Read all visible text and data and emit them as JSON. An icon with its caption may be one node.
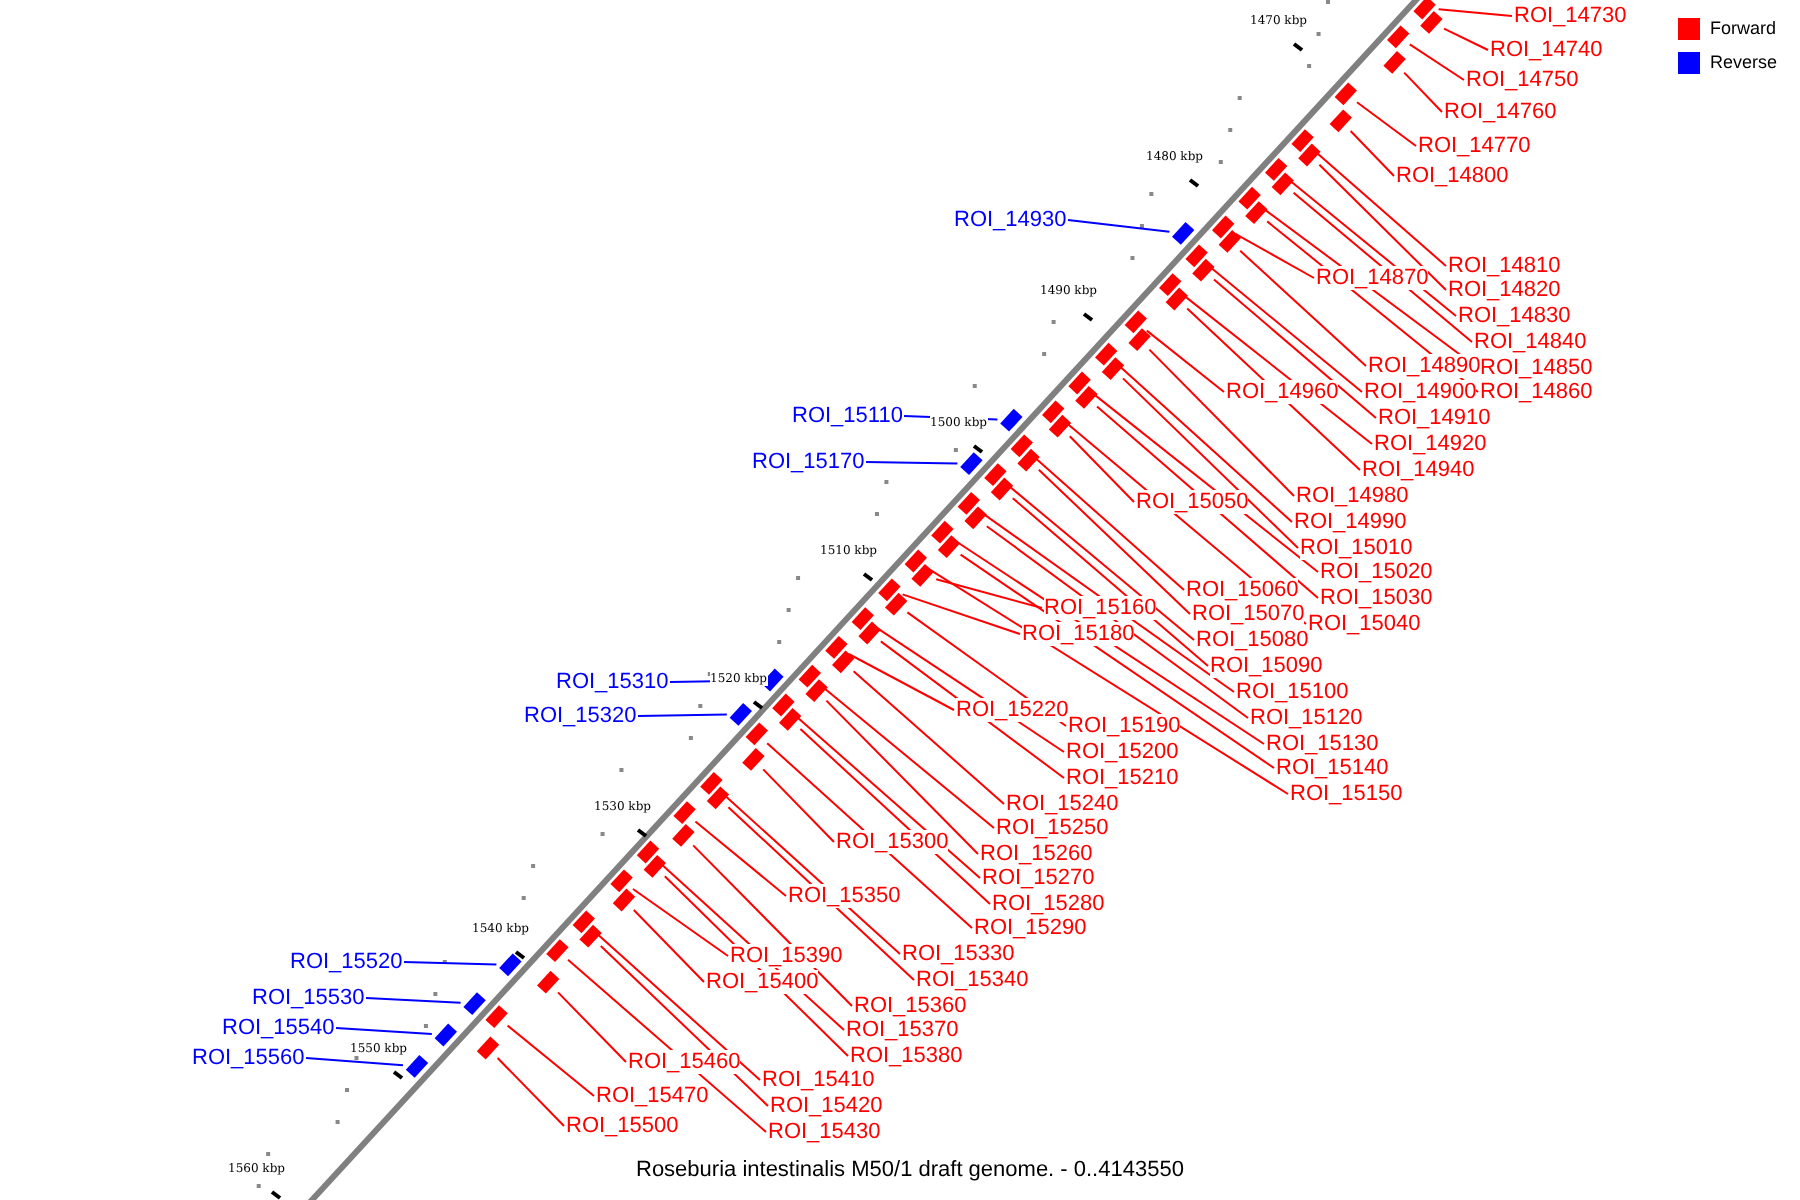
{
  "diagram": {
    "caption": "Roseburia intestinalis M50/1 draft genome. - 0..4143550",
    "nodes": [
      {
        "text": [
          "ROI_14730"
        ]
      },
      {
        "text": [
          "ROI_14740"
        ]
      },
      {
        "text": [
          "ROI_14750"
        ]
      },
      {
        "text": [
          "ROI_14760"
        ]
      },
      {
        "text": [
          "ROI_14770"
        ]
      },
      {
        "text": [
          "ROI_14800"
        ]
      },
      {
        "text": [
          "ROI_14930"
        ]
      },
      {
        "text": [
          "ROI_14810"
        ]
      },
      {
        "text": [
          "ROI_14870"
        ]
      },
      {
        "text": [
          "ROI_14820"
        ]
      },
      {
        "text": [
          "ROI_14830"
        ]
      },
      {
        "text": [
          "ROI_14840"
        ]
      },
      {
        "text": [
          "ROI_14890"
        ]
      },
      {
        "text": [
          "ROI_14850"
        ]
      },
      {
        "text": [
          "ROI_14960"
        ]
      },
      {
        "text": [
          "ROI_14900"
        ]
      },
      {
        "text": [
          "ROI_14860"
        ]
      },
      {
        "text": [
          "ROI_15110"
        ]
      },
      {
        "text": [
          "ROI_14910"
        ]
      },
      {
        "text": [
          "ROI_14920"
        ]
      },
      {
        "text": [
          "ROI_15170"
        ]
      },
      {
        "text": [
          "ROI_14940"
        ]
      },
      {
        "text": [
          "ROI_14980"
        ]
      },
      {
        "text": [
          "ROI_15050"
        ]
      },
      {
        "text": [
          "ROI_14990"
        ]
      },
      {
        "text": [
          "ROI_15010"
        ]
      },
      {
        "text": [
          "ROI_15020"
        ]
      },
      {
        "text": [
          "ROI_15060"
        ]
      },
      {
        "text": [
          "ROI_15030"
        ]
      },
      {
        "text": [
          "ROI_15160"
        ]
      },
      {
        "text": [
          "ROI_15070"
        ]
      },
      {
        "text": [
          "ROI_15040"
        ]
      },
      {
        "text": [
          "ROI_15180"
        ]
      },
      {
        "text": [
          "ROI_15080"
        ]
      },
      {
        "text": [
          "ROI_15090"
        ]
      },
      {
        "text": [
          "ROI_15310"
        ]
      },
      {
        "text": [
          "ROI_15100"
        ]
      },
      {
        "text": [
          "ROI_15220"
        ]
      },
      {
        "text": [
          "ROI_15320"
        ]
      },
      {
        "text": [
          "ROI_15120"
        ]
      },
      {
        "text": [
          "ROI_15190"
        ]
      },
      {
        "text": [
          "ROI_15130"
        ]
      },
      {
        "text": [
          "ROI_15200"
        ]
      },
      {
        "text": [
          "ROI_15140"
        ]
      },
      {
        "text": [
          "ROI_15210"
        ]
      },
      {
        "text": [
          "ROI_15150"
        ]
      },
      {
        "text": [
          "ROI_15240"
        ]
      },
      {
        "text": [
          "ROI_15250"
        ]
      },
      {
        "text": [
          "ROI_15300"
        ]
      },
      {
        "text": [
          "ROI_15260"
        ]
      },
      {
        "text": [
          "ROI_15270"
        ]
      },
      {
        "text": [
          "ROI_15350"
        ]
      },
      {
        "text": [
          "ROI_15280"
        ]
      },
      {
        "text": [
          "ROI_15290"
        ]
      },
      {
        "text": [
          "ROI_15330"
        ]
      },
      {
        "text": [
          "ROI_15390"
        ]
      },
      {
        "text": [
          "ROI_15520"
        ]
      },
      {
        "text": [
          "ROI_15340"
        ]
      },
      {
        "text": [
          "ROI_15400"
        ]
      },
      {
        "text": [
          "ROI_15530"
        ]
      },
      {
        "text": [
          "ROI_15360"
        ]
      },
      {
        "text": [
          "ROI_15540"
        ]
      },
      {
        "text": [
          "ROI_15370"
        ]
      },
      {
        "text": [
          "ROI_15380"
        ]
      },
      {
        "text": [
          "ROI_15560"
        ]
      },
      {
        "text": [
          "ROI_15460"
        ]
      },
      {
        "text": [
          "ROI_15410"
        ]
      },
      {
        "text": [
          "ROI_15470"
        ]
      },
      {
        "text": [
          "ROI_15420"
        ]
      },
      {
        "text": [
          "ROI_15500"
        ]
      },
      {
        "text": [
          "ROI_15430"
        ]
      },
      {
        "text": [],
        "shape": "box"
      },
      {
        "text": [],
        "shape": "box"
      },
      {
        "text": [],
        "shape": "box"
      },
      {
        "text": [],
        "shape": "box"
      },
      {
        "text": [],
        "shape": "box"
      },
      {
        "text": [],
        "shape": "box"
      },
      {
        "text": [],
        "shape": "box"
      },
      {
        "text": [],
        "shape": "box"
      },
      {
        "text": [],
        "shape": "box"
      },
      {
        "text": [],
        "shape": "box"
      },
      {
        "text": [],
        "shape": "box"
      },
      {
        "text": [],
        "shape": "box"
      },
      {
        "text": [],
        "shape": "box"
      },
      {
        "text": [],
        "shape": "box"
      },
      {
        "text": [],
        "shape": "box"
      },
      {
        "text": [],
        "shape": "box"
      },
      {
        "text": [],
        "shape": "box"
      },
      {
        "text": [],
        "shape": "box"
      },
      {
        "text": [],
        "shape": "box"
      },
      {
        "text": [],
        "shape": "box"
      },
      {
        "text": [],
        "shape": "box"
      },
      {
        "text": [],
        "shape": "box"
      },
      {
        "text": [],
        "shape": "box"
      },
      {
        "text": [],
        "shape": "box"
      },
      {
        "text": [],
        "shape": "box"
      },
      {
        "text": [],
        "shape": "box"
      },
      {
        "text": [],
        "shape": "box"
      },
      {
        "text": [],
        "shape": "box"
      },
      {
        "text": [],
        "shape": "box"
      },
      {
        "text": [],
        "shape": "box"
      },
      {
        "text": [],
        "shape": "box"
      },
      {
        "text": [],
        "shape": "box"
      },
      {
        "text": [],
        "shape": "box"
      },
      {
        "text": [],
        "shape": "box"
      },
      {
        "text": [],
        "shape": "box"
      },
      {
        "text": [],
        "shape": "box"
      },
      {
        "text": [],
        "shape": "box"
      },
      {
        "text": [],
        "shape": "box"
      },
      {
        "text": [],
        "shape": "box"
      },
      {
        "text": [],
        "shape": "box"
      },
      {
        "text": [],
        "shape": "box"
      },
      {
        "text": [],
        "shape": "box"
      },
      {
        "text": [],
        "shape": "box"
      },
      {
        "text": [],
        "shape": "box"
      },
      {
        "text": [],
        "shape": "box"
      },
      {
        "text": [],
        "shape": "box"
      },
      {
        "text": [],
        "shape": "box"
      },
      {
        "text": [],
        "shape": "box"
      },
      {
        "text": [],
        "shape": "box"
      },
      {
        "text": [],
        "shape": "box"
      },
      {
        "text": [],
        "shape": "box"
      },
      {
        "text": [],
        "shape": "box"
      },
      {
        "text": [],
        "shape": "box"
      },
      {
        "text": [],
        "shape": "box"
      },
      {
        "text": [],
        "shape": "box"
      },
      {
        "text": [],
        "shape": "box"
      },
      {
        "text": [],
        "shape": "box"
      },
      {
        "text": [],
        "shape": "box"
      },
      {
        "text": [],
        "shape": "box"
      },
      {
        "text": [],
        "shape": "box"
      },
      {
        "text": [],
        "shape": "box"
      },
      {
        "text": [],
        "shape": "box"
      },
      {
        "text": [],
        "shape": "box"
      },
      {
        "text": [],
        "shape": "box"
      },
      {
        "text": [],
        "shape": "box"
      },
      {
        "text": [],
        "shape": "box"
      },
      {
        "text": [],
        "shape": "box"
      },
      {
        "text": [],
        "shape": "box"
      },
      {
        "text": [],
        "shape": "box"
      },
      {
        "text": [],
        "shape": "box"
      },
      {
        "text": [],
        "shape": "box"
      }
    ],
    "edges": [
      {
        "from": 0,
        "to": 71,
        "arrow": "none"
      },
      {
        "from": 1,
        "to": 72,
        "arrow": "none"
      },
      {
        "from": 2,
        "to": 73,
        "arrow": "none"
      },
      {
        "from": 3,
        "to": 74,
        "arrow": "none"
      },
      {
        "from": 4,
        "to": 75,
        "arrow": "none"
      },
      {
        "from": 5,
        "to": 76,
        "arrow": "none"
      },
      {
        "from": 6,
        "to": 77,
        "arrow": "none",
        "color": "#0000ff"
      },
      {
        "from": 7,
        "to": 78,
        "arrow": "none"
      },
      {
        "from": 8,
        "to": 79,
        "arrow": "none"
      },
      {
        "from": 9,
        "to": 80,
        "arrow": "none"
      },
      {
        "from": 10,
        "to": 81,
        "arrow": "none"
      },
      {
        "from": 11,
        "to": 82,
        "arrow": "none"
      },
      {
        "from": 12,
        "to": 83,
        "arrow": "none"
      },
      {
        "from": 13,
        "to": 84,
        "arrow": "none"
      },
      {
        "from": 14,
        "to": 85,
        "arrow": "none"
      },
      {
        "from": 15,
        "to": 86,
        "arrow": "none"
      },
      {
        "from": 16,
        "to": 87,
        "arrow": "none"
      },
      {
        "from": 17,
        "to": 88,
        "arrow": "none",
        "color": "#0000ff"
      },
      {
        "from": 18,
        "to": 89,
        "arrow": "none"
      },
      {
        "from": 19,
        "to": 90,
        "arrow": "none"
      },
      {
        "from": 20,
        "to": 91,
        "arrow": "none",
        "color": "#0000ff"
      },
      {
        "from": 21,
        "to": 92,
        "arrow": "none"
      },
      {
        "from": 22,
        "to": 93,
        "arrow": "none"
      },
      {
        "from": 23,
        "to": 94,
        "arrow": "none"
      },
      {
        "from": 24,
        "to": 95,
        "arrow": "none"
      },
      {
        "from": 25,
        "to": 96,
        "arrow": "none"
      },
      {
        "from": 26,
        "to": 97,
        "arrow": "none"
      },
      {
        "from": 27,
        "to": 98,
        "arrow": "none"
      },
      {
        "from": 28,
        "to": 99,
        "arrow": "none"
      },
      {
        "from": 29,
        "to": 100,
        "arrow": "none"
      },
      {
        "from": 30,
        "to": 101,
        "arrow": "none"
      },
      {
        "from": 31,
        "to": 102,
        "arrow": "none"
      },
      {
        "from": 32,
        "to": 103,
        "arrow": "none"
      },
      {
        "from": 33,
        "to": 104,
        "arrow": "none"
      },
      {
        "from": 34,
        "to": 105,
        "arrow": "none"
      },
      {
        "from": 35,
        "to": 106,
        "arrow": "none",
        "color": "#0000ff"
      },
      {
        "from": 36,
        "to": 107,
        "arrow": "none"
      },
      {
        "from": 37,
        "to": 108,
        "arrow": "none"
      },
      {
        "from": 38,
        "to": 109,
        "arrow": "none",
        "color": "#0000ff"
      },
      {
        "from": 39,
        "to": 110,
        "arrow": "none"
      },
      {
        "from": 40,
        "to": 111,
        "arrow": "none"
      },
      {
        "from": 41,
        "to": 112,
        "arrow": "none"
      },
      {
        "from": 42,
        "to": 113,
        "arrow": "none"
      },
      {
        "from": 43,
        "to": 114,
        "arrow": "none"
      },
      {
        "from": 44,
        "to": 115,
        "arrow": "none"
      },
      {
        "from": 45,
        "to": 116,
        "arrow": "none"
      },
      {
        "from": 46,
        "to": 117,
        "arrow": "none"
      },
      {
        "from": 47,
        "to": 118,
        "arrow": "none"
      },
      {
        "from": 48,
        "to": 119,
        "arrow": "none"
      },
      {
        "from": 49,
        "to": 120,
        "arrow": "none"
      },
      {
        "from": 50,
        "to": 121,
        "arrow": "none"
      },
      {
        "from": 51,
        "to": 122,
        "arrow": "none"
      },
      {
        "from": 52,
        "to": 123,
        "arrow": "none"
      },
      {
        "from": 53,
        "to": 124,
        "arrow": "none"
      },
      {
        "from": 54,
        "to": 125,
        "arrow": "none"
      },
      {
        "from": 55,
        "to": 126,
        "arrow": "none"
      },
      {
        "from": 56,
        "to": 127,
        "arrow": "none",
        "color": "#0000ff"
      },
      {
        "from": 57,
        "to": 128,
        "arrow": "none"
      },
      {
        "from": 58,
        "to": 129,
        "arrow": "none"
      },
      {
        "from": 59,
        "to": 130,
        "arrow": "none",
        "color": "#0000ff"
      },
      {
        "from": 60,
        "to": 131,
        "arrow": "none"
      },
      {
        "from": 61,
        "to": 132,
        "arrow": "none",
        "color": "#0000ff"
      },
      {
        "from": 62,
        "to": 133,
        "arrow": "none"
      },
      {
        "from": 63,
        "to": 134,
        "arrow": "none"
      },
      {
        "from": 64,
        "to": 135,
        "arrow": "none",
        "color": "#0000ff"
      },
      {
        "from": 65,
        "to": 136,
        "arrow": "none"
      },
      {
        "from": 66,
        "to": 137,
        "arrow": "none"
      },
      {
        "from": 67,
        "to": 138,
        "arrow": "none"
      },
      {
        "from": 68,
        "to": 139,
        "arrow": "none"
      },
      {
        "from": 69,
        "to": 140,
        "arrow": "none"
      },
      {
        "from": 70,
        "to": 141,
        "arrow": "none"
      }
    ],
    "labels": [
      "1470 kbp",
      "1480 kbp",
      "1490 kbp",
      "1500 kbp",
      "1510 kbp",
      "1520 kbp",
      "1530 kbp",
      "1540 kbp",
      "1550 kbp",
      "1560 kbp"
    ],
    "legend": [
      {
        "text": "Forward",
        "color": "#ff0000"
      },
      {
        "text": "Reverse",
        "color": "#0000ff"
      }
    ]
  }
}
